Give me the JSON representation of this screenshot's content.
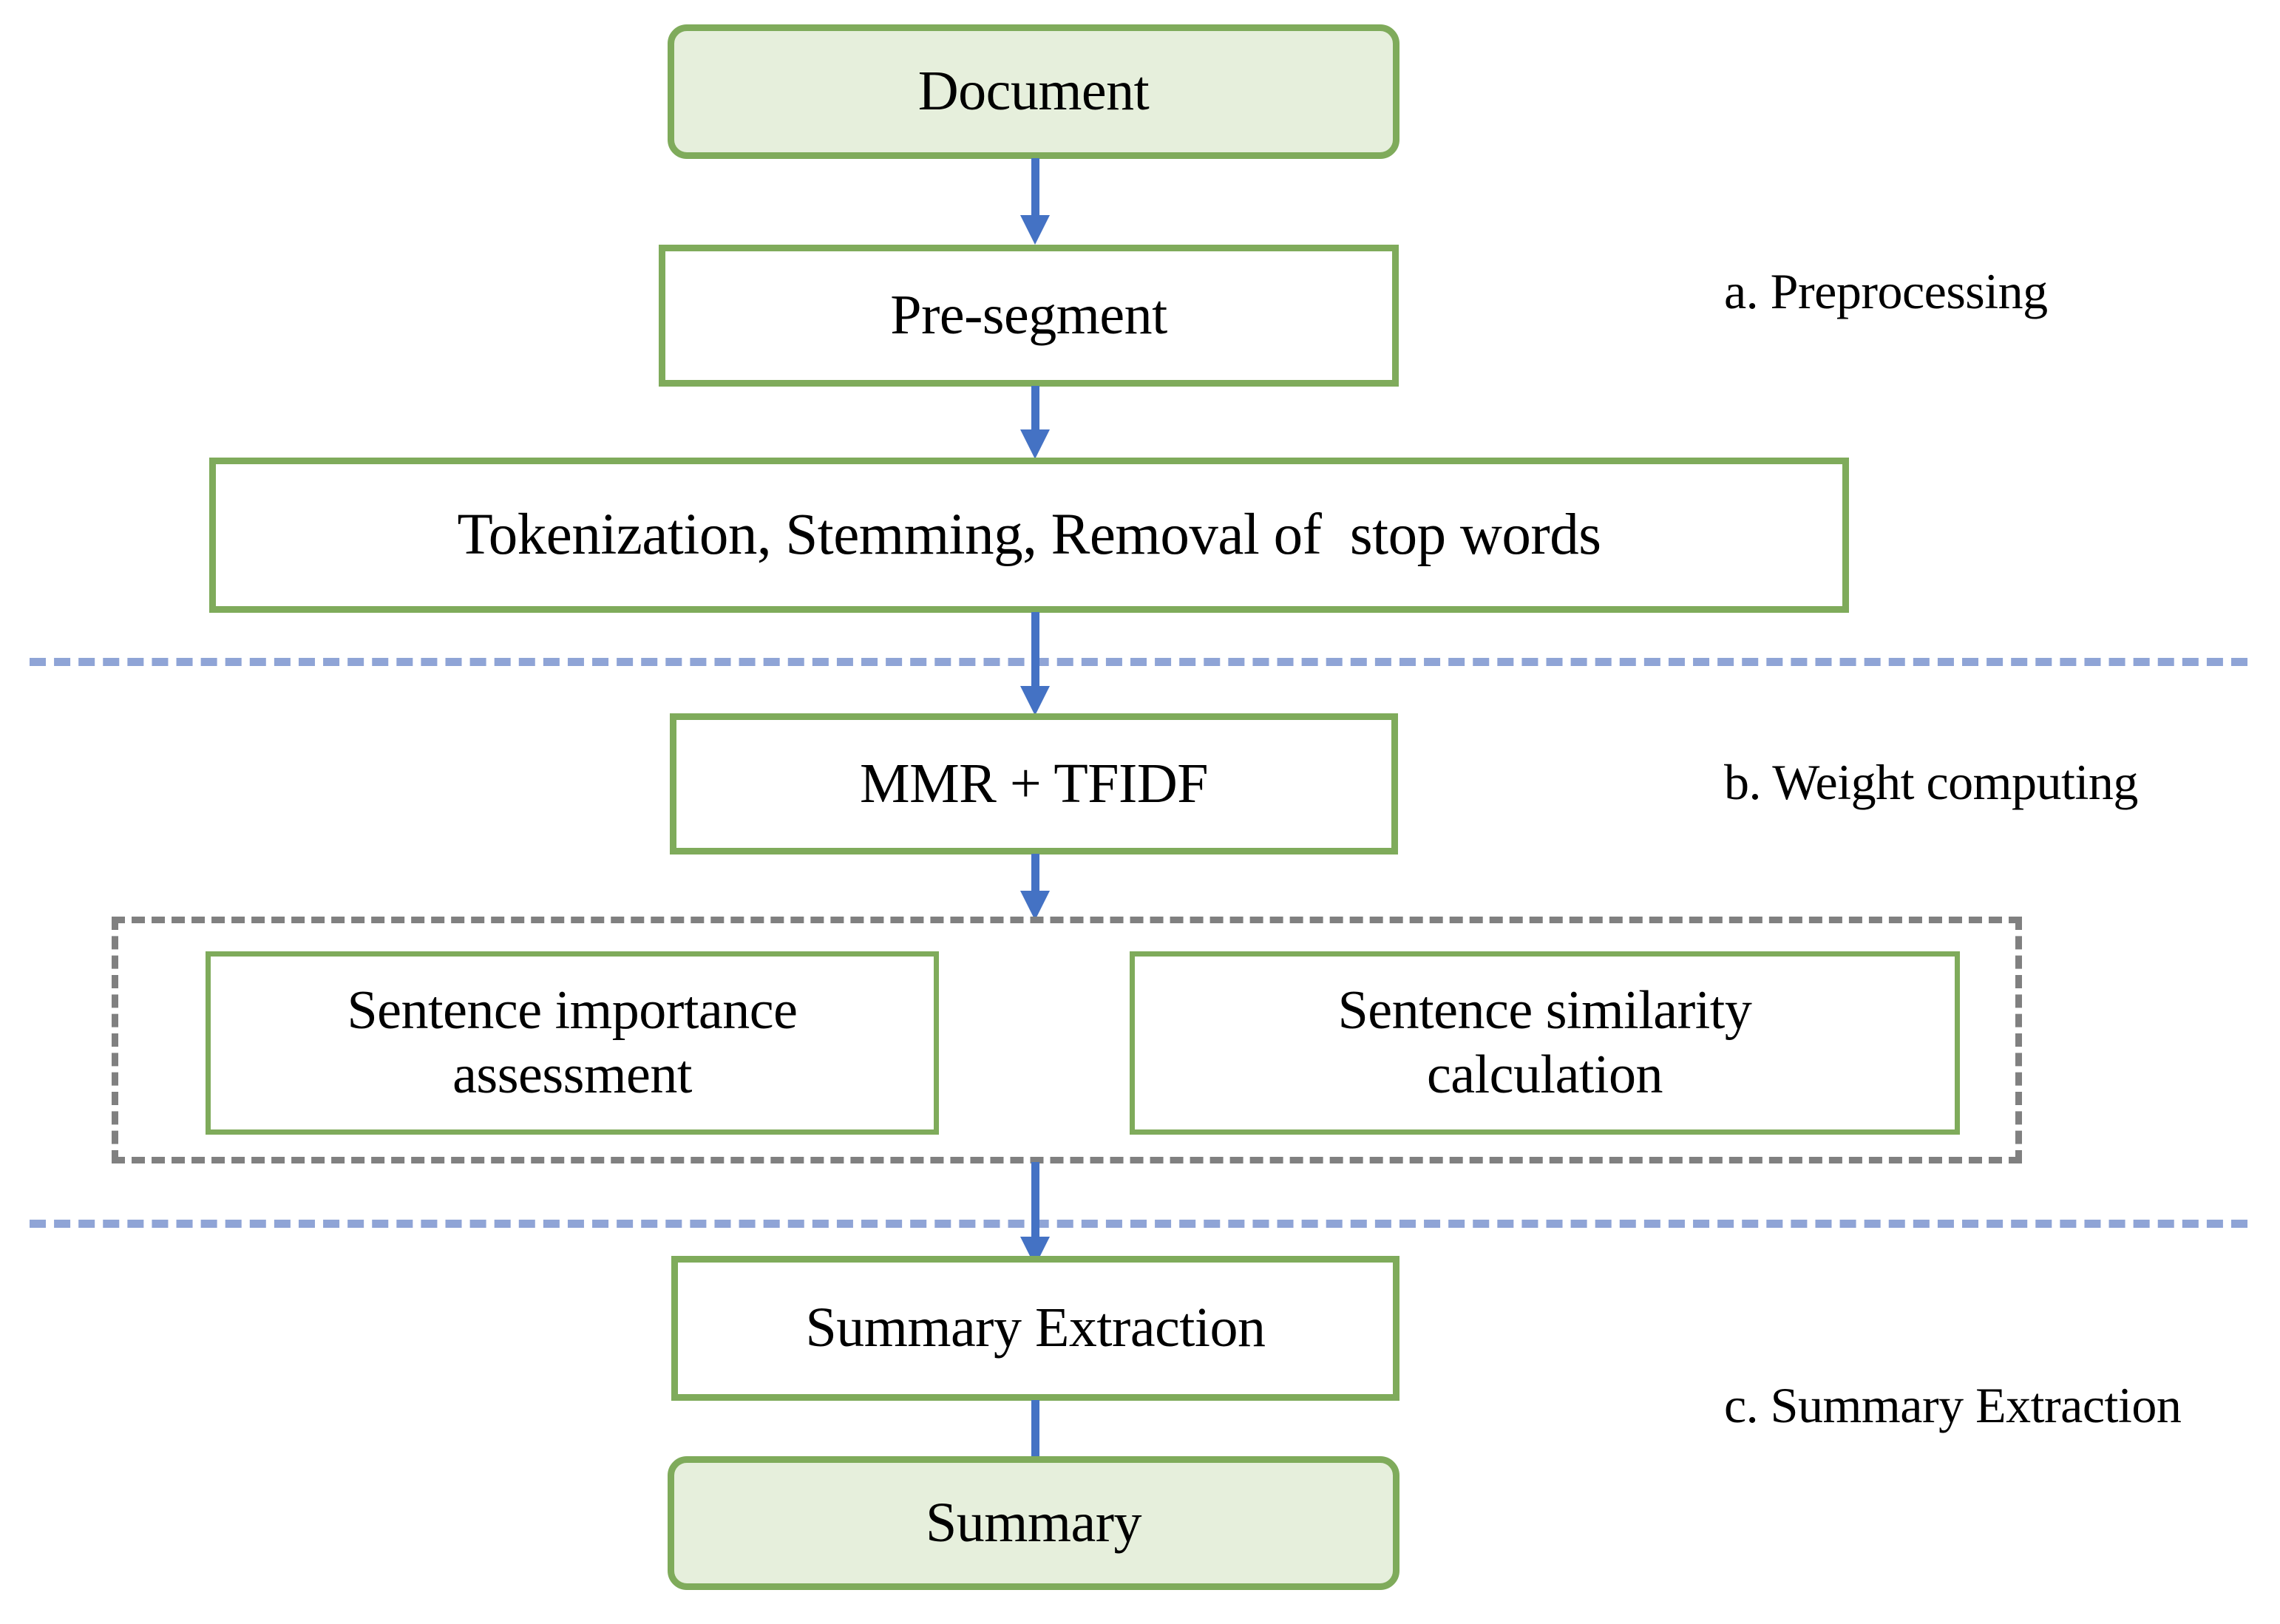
{
  "diagram": {
    "title_nodes": {
      "document": "Document",
      "pre_segment": "Pre-segment",
      "tokenization": "Tokenization, Stemming, Removal of  stop words",
      "mmr_tfidf": "MMR + TFIDF",
      "sentence_importance": "Sentence importance assessment",
      "sentence_similarity": "Sentence similarity calculation",
      "summary_extraction": "Summary Extraction",
      "summary": "Summary"
    },
    "stage_labels": {
      "a": "a. Preprocessing",
      "b": "b. Weight computing",
      "c": "c. Summary Extraction"
    },
    "colors": {
      "box_border_green": "#7FAB5B",
      "terminal_fill_green": "#E6EFDC",
      "arrow_blue": "#4472C4",
      "divider_blue": "#8FA4D6",
      "group_dash_grey": "#808080",
      "text_black": "#000000",
      "background": "#FFFFFF"
    }
  }
}
